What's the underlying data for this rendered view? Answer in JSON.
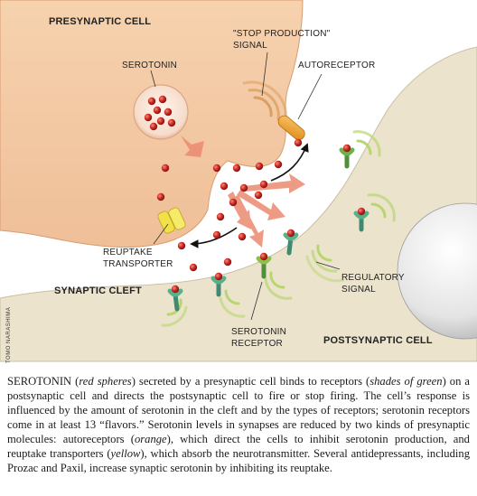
{
  "labels": {
    "presynaptic_cell": "PRESYNAPTIC CELL",
    "stop_signal_line1": "\"STOP PRODUCTION\"",
    "stop_signal_line2": "SIGNAL",
    "serotonin": "SEROTONIN",
    "autoreceptor": "AUTORECEPTOR",
    "reuptake_line1": "REUPTAKE",
    "reuptake_line2": "TRANSPORTER",
    "synaptic_cleft": "SYNAPTIC CLEFT",
    "regulatory_line1": "REGULATORY",
    "regulatory_line2": "SIGNAL",
    "serotonin_receptor_line1": "SEROTONIN",
    "serotonin_receptor_line2": "RECEPTOR",
    "postsynaptic_cell": "POSTSYNAPTIC CELL",
    "credit": "TOMO NARASHIMA"
  },
  "caption": {
    "s1": "SEROTONIN (",
    "s2": "red spheres",
    "s3": ") secreted by a presynaptic cell binds to receptors (",
    "s4": "shades of green",
    "s5": ") on a postsynaptic cell and directs the postsynaptic cell to fire or stop firing. The cell’s response is influenced by the amount of serotonin in the cleft and by the types of receptors; serotonin receptors come in at least 13 “flavors.” Serotonin levels in synapses are reduced by two kinds of presynaptic molecules: autoreceptors (",
    "s6": "orange",
    "s7": "), which direct the cells to inhibit serotonin production, and reuptake transporters (",
    "s8": "yellow",
    "s9": "), which absorb the neurotransmitter. Several antidepressants, including Prozac and Paxil, increase synaptic serotonin by inhibiting its reuptake."
  },
  "colors": {
    "presynaptic_fill": "#f3c8a0",
    "postsynaptic_fill": "#ece3cd",
    "cleft_background": "#ffffff",
    "serotonin": "#c8231e",
    "autoreceptor": "#f0a020",
    "reuptake_transporter": "#f2e04a",
    "receptor_green": "#6fb04a",
    "regulatory_signal": "#b8d670",
    "stop_signal": "#d89a5a",
    "arrow": "#e87860"
  }
}
